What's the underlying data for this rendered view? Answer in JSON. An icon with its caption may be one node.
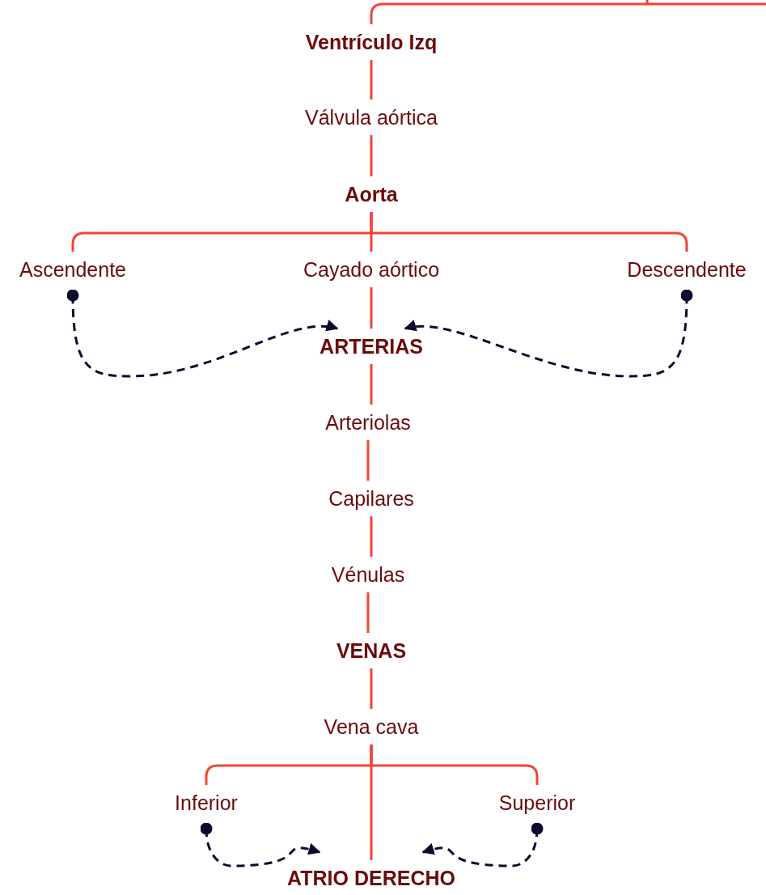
{
  "diagram": {
    "nodes": [
      {
        "text": [
          "Ventrículo Izq"
        ]
      },
      {
        "text": [
          "Válvula aórtica"
        ]
      },
      {
        "text": [
          "Aorta"
        ]
      },
      {
        "text": [
          "Ascendente"
        ]
      },
      {
        "text": [
          "Cayado aórtico"
        ]
      },
      {
        "text": [
          "Descendente"
        ]
      },
      {
        "text": [
          "ARTERIAS"
        ]
      },
      {
        "text": [
          "Arteriolas"
        ]
      },
      {
        "text": [
          "Capilares"
        ]
      },
      {
        "text": [
          "Vénulas"
        ]
      },
      {
        "text": [
          "VENAS"
        ]
      },
      {
        "text": [
          "Vena cava"
        ]
      },
      {
        "text": [
          "Inferior"
        ]
      },
      {
        "text": [
          "Superior"
        ]
      },
      {
        "text": [
          "ATRIO DERECHO"
        ]
      }
    ],
    "edges": [
      {
        "from": null,
        "to": 0,
        "arrow": "none"
      },
      {
        "from": 0,
        "to": 1,
        "arrow": "none"
      },
      {
        "from": 1,
        "to": 2,
        "arrow": "none"
      },
      {
        "from": 2,
        "to": 3,
        "arrow": "none"
      },
      {
        "from": 2,
        "to": 4,
        "arrow": "none"
      },
      {
        "from": 2,
        "to": 5,
        "arrow": "none"
      },
      {
        "from": 4,
        "to": 6,
        "arrow": "none"
      },
      {
        "from": 6,
        "to": 7,
        "arrow": "none"
      },
      {
        "from": 7,
        "to": 8,
        "arrow": "none"
      },
      {
        "from": 8,
        "to": 9,
        "arrow": "none"
      },
      {
        "from": 9,
        "to": 10,
        "arrow": "none"
      },
      {
        "from": 10,
        "to": 11,
        "arrow": "none"
      },
      {
        "from": 11,
        "to": 12,
        "arrow": "none"
      },
      {
        "from": 11,
        "to": 13,
        "arrow": "none"
      },
      {
        "from": 11,
        "to": 14,
        "arrow": "none"
      },
      {
        "from": 3,
        "to": 6,
        "arrow": "to",
        "style": "dashed",
        "color": "#0b0b2e"
      },
      {
        "from": 5,
        "to": 6,
        "arrow": "to",
        "style": "dashed",
        "color": "#0b0b2e"
      },
      {
        "from": 12,
        "to": 14,
        "arrow": "to",
        "style": "dashed",
        "color": "#0b0b2e"
      },
      {
        "from": 13,
        "to": 14,
        "arrow": "to",
        "style": "dashed",
        "color": "#0b0b2e"
      }
    ]
  }
}
